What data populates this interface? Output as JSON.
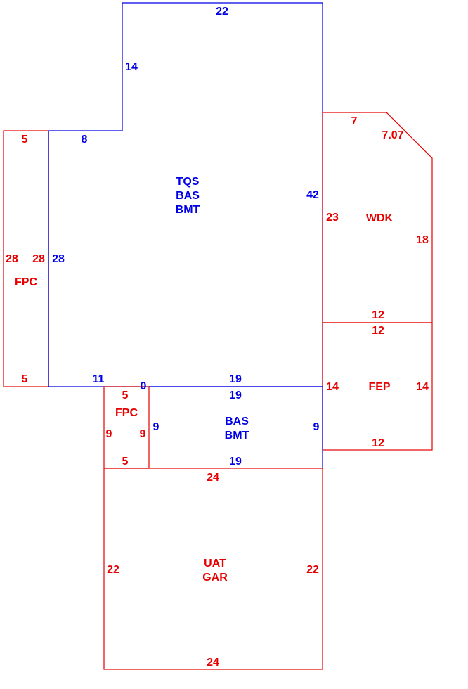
{
  "colors": {
    "blue": "#0000e6",
    "red": "#e60000"
  },
  "areas": {
    "tqs": {
      "lines": [
        "TQS",
        "BAS",
        "BMT"
      ],
      "dims": {
        "top": "22",
        "left_upper": "14",
        "ledge": "8",
        "left": "28",
        "right": "42",
        "bottom_left": "11",
        "bottom_mid": "0",
        "bottom_right": "19"
      }
    },
    "fpc_left": {
      "label": "FPC",
      "dims": {
        "top": "5",
        "bottom": "5",
        "left": "28",
        "right": "28"
      }
    },
    "wdk": {
      "label": "WDK",
      "dims": {
        "top": "7",
        "diag": "7.07",
        "right": "18",
        "left": "23",
        "bottom": "12"
      }
    },
    "fep": {
      "label": "FEP",
      "dims": {
        "top": "12",
        "left": "14",
        "right": "14",
        "bottom": "12"
      }
    },
    "fpc_lower": {
      "label": "FPC",
      "dims": {
        "top": "5",
        "bottom": "5",
        "left": "9",
        "right": "9"
      }
    },
    "bas": {
      "lines": [
        "BAS",
        "BMT"
      ],
      "dims": {
        "top": "19",
        "left": "9",
        "right": "9",
        "bottom": "19"
      }
    },
    "uat": {
      "lines": [
        "UAT",
        "GAR"
      ],
      "dims": {
        "top": "24",
        "left": "22",
        "right": "22",
        "bottom": "24"
      }
    }
  }
}
